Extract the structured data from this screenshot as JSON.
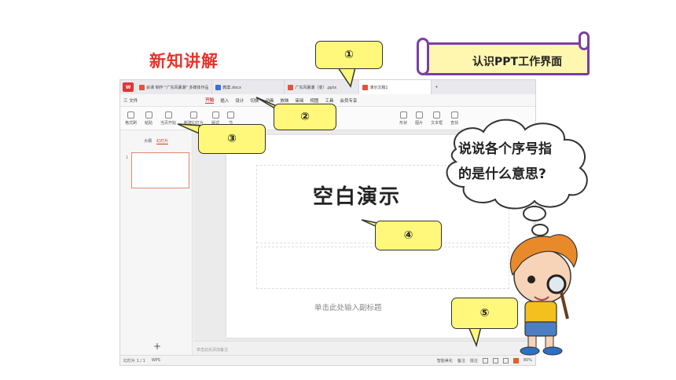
{
  "slide_heading": "新知讲解",
  "banner": {
    "text": "认识PPT工作界面"
  },
  "thought": {
    "line1": "说说各个序号指",
    "line2": "的是什么意思?"
  },
  "callouts": [
    "①",
    "②",
    "③",
    "④",
    "⑤"
  ],
  "app": {
    "logo": "W",
    "tabs": [
      {
        "label": "会课 制作 \"广东风暴潮\" 多媒体作品"
      },
      {
        "label": "教案.docx"
      },
      {
        "label": "广东风暴潮（变）.pptx"
      },
      {
        "label": "演示文稿1"
      }
    ],
    "menu": [
      "三 文件",
      "开始",
      "插入",
      "设计",
      "切换",
      "动画",
      "放映",
      "审阅",
      "视图",
      "工具",
      "会员专享"
    ],
    "active_menu": "开始",
    "ribbon": [
      "格式刷",
      "粘贴",
      "当页开始",
      "新建幻灯片",
      "版式",
      "节",
      "形状",
      "图片",
      "文本框",
      "查找"
    ],
    "sidebar": {
      "tab_outline": "大纲",
      "tab_slides": "幻灯片",
      "thumb_index": "1",
      "add": "+"
    },
    "slide": {
      "title": "空白演示",
      "subtitle": "单击此处输入副标题"
    },
    "notes": "单击此处添加备注",
    "status": {
      "slide_count": "幻灯片 1 / 1",
      "theme": "WPS",
      "beautify": "智能美化",
      "notes_btn": "备注",
      "comments": "批注",
      "zoom": "80%"
    }
  },
  "colors": {
    "heading": "#e8322c",
    "callout_fill": "#fff87a",
    "banner_border": "#7a3fa3",
    "accent": "#d9332c"
  }
}
